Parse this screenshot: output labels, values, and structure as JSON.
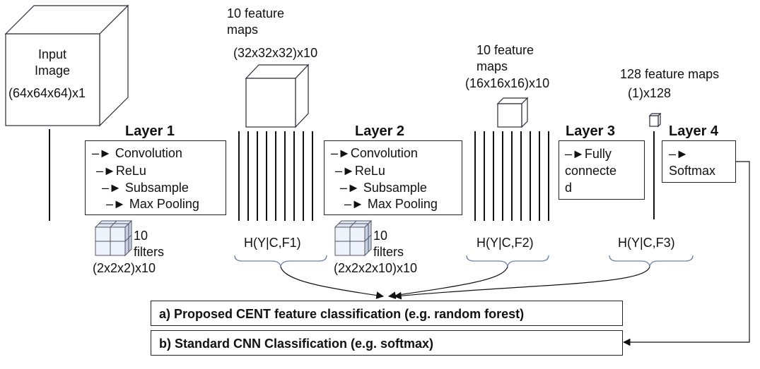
{
  "input": {
    "line1": "Input",
    "line2": "Image",
    "size": "(64x64x64)x1"
  },
  "maps1": {
    "line1": "10 feature",
    "line2": "maps",
    "size": "(32x32x32)x10"
  },
  "maps2": {
    "line1": "10 feature",
    "line2": "maps",
    "size": "(16x16x16)x10"
  },
  "maps3": {
    "line1": "128 feature maps",
    "size": "(1)x128"
  },
  "layers": [
    {
      "title": "Layer 1",
      "ops": [
        "–► Convolution",
        "–►ReLu",
        "–► Subsample",
        "–► Max Pooling"
      ]
    },
    {
      "title": "Layer 2",
      "ops": [
        "–►Convolution",
        "–►ReLu",
        "–► Subsample",
        "–► Max Pooling"
      ]
    },
    {
      "title": "Layer 3",
      "ops": [
        "–►Fully",
        "connecte",
        "d"
      ]
    },
    {
      "title": "Layer 4",
      "ops": [
        "–►",
        "Softmax"
      ]
    }
  ],
  "filters1": {
    "count": "10",
    "word": "filters",
    "size": "(2x2x2)x10"
  },
  "filters2": {
    "count": "10",
    "word": "filters",
    "size": "(2x2x2x10)x10"
  },
  "entropy": [
    "H(Y|C,F1)",
    "H(Y|C,F2)",
    "H(Y|C,F3)"
  ],
  "classification": {
    "a": "a) Proposed CENT feature classification (e.g. random forest)",
    "b": "b) Standard CNN Classification (e.g. softmax)"
  }
}
